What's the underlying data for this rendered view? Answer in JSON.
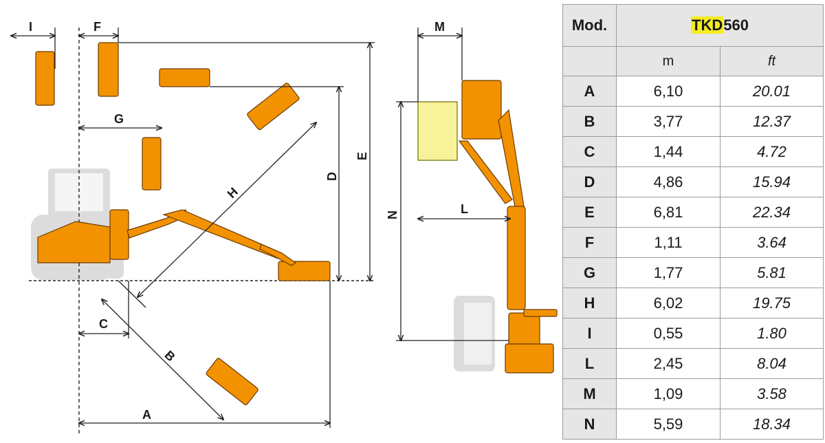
{
  "diagram": {
    "labels": {
      "I": "I",
      "F": "F",
      "G": "G",
      "H": "H",
      "D": "D",
      "E": "E",
      "C": "C",
      "B": "B",
      "A": "A",
      "M": "M",
      "N": "N",
      "L": "L"
    }
  },
  "table": {
    "mod_label": "Mod.",
    "model_highlight": "TKD",
    "model_rest": "560",
    "unit_m": "m",
    "unit_ft": "ft",
    "rows": [
      {
        "dim": "A",
        "m": "6,10",
        "ft": "20.01"
      },
      {
        "dim": "B",
        "m": "3,77",
        "ft": "12.37"
      },
      {
        "dim": "C",
        "m": "1,44",
        "ft": "4.72"
      },
      {
        "dim": "D",
        "m": "4,86",
        "ft": "15.94"
      },
      {
        "dim": "E",
        "m": "6,81",
        "ft": "22.34"
      },
      {
        "dim": "F",
        "m": "1,11",
        "ft": "3.64"
      },
      {
        "dim": "G",
        "m": "1,77",
        "ft": "5.81"
      },
      {
        "dim": "H",
        "m": "6,02",
        "ft": "19.75"
      },
      {
        "dim": "I",
        "m": "0,55",
        "ft": "1.80"
      },
      {
        "dim": "L",
        "m": "2,45",
        "ft": "8.04"
      },
      {
        "dim": "M",
        "m": "1,09",
        "ft": "3.58"
      },
      {
        "dim": "N",
        "m": "5,59",
        "ft": "18.34"
      }
    ]
  },
  "colors": {
    "mower_orange": "#f39200",
    "highlight_yellow": "#f3ec1f",
    "tractor_grey": "#d9d9d9",
    "header_grey": "#e6e6e6"
  }
}
